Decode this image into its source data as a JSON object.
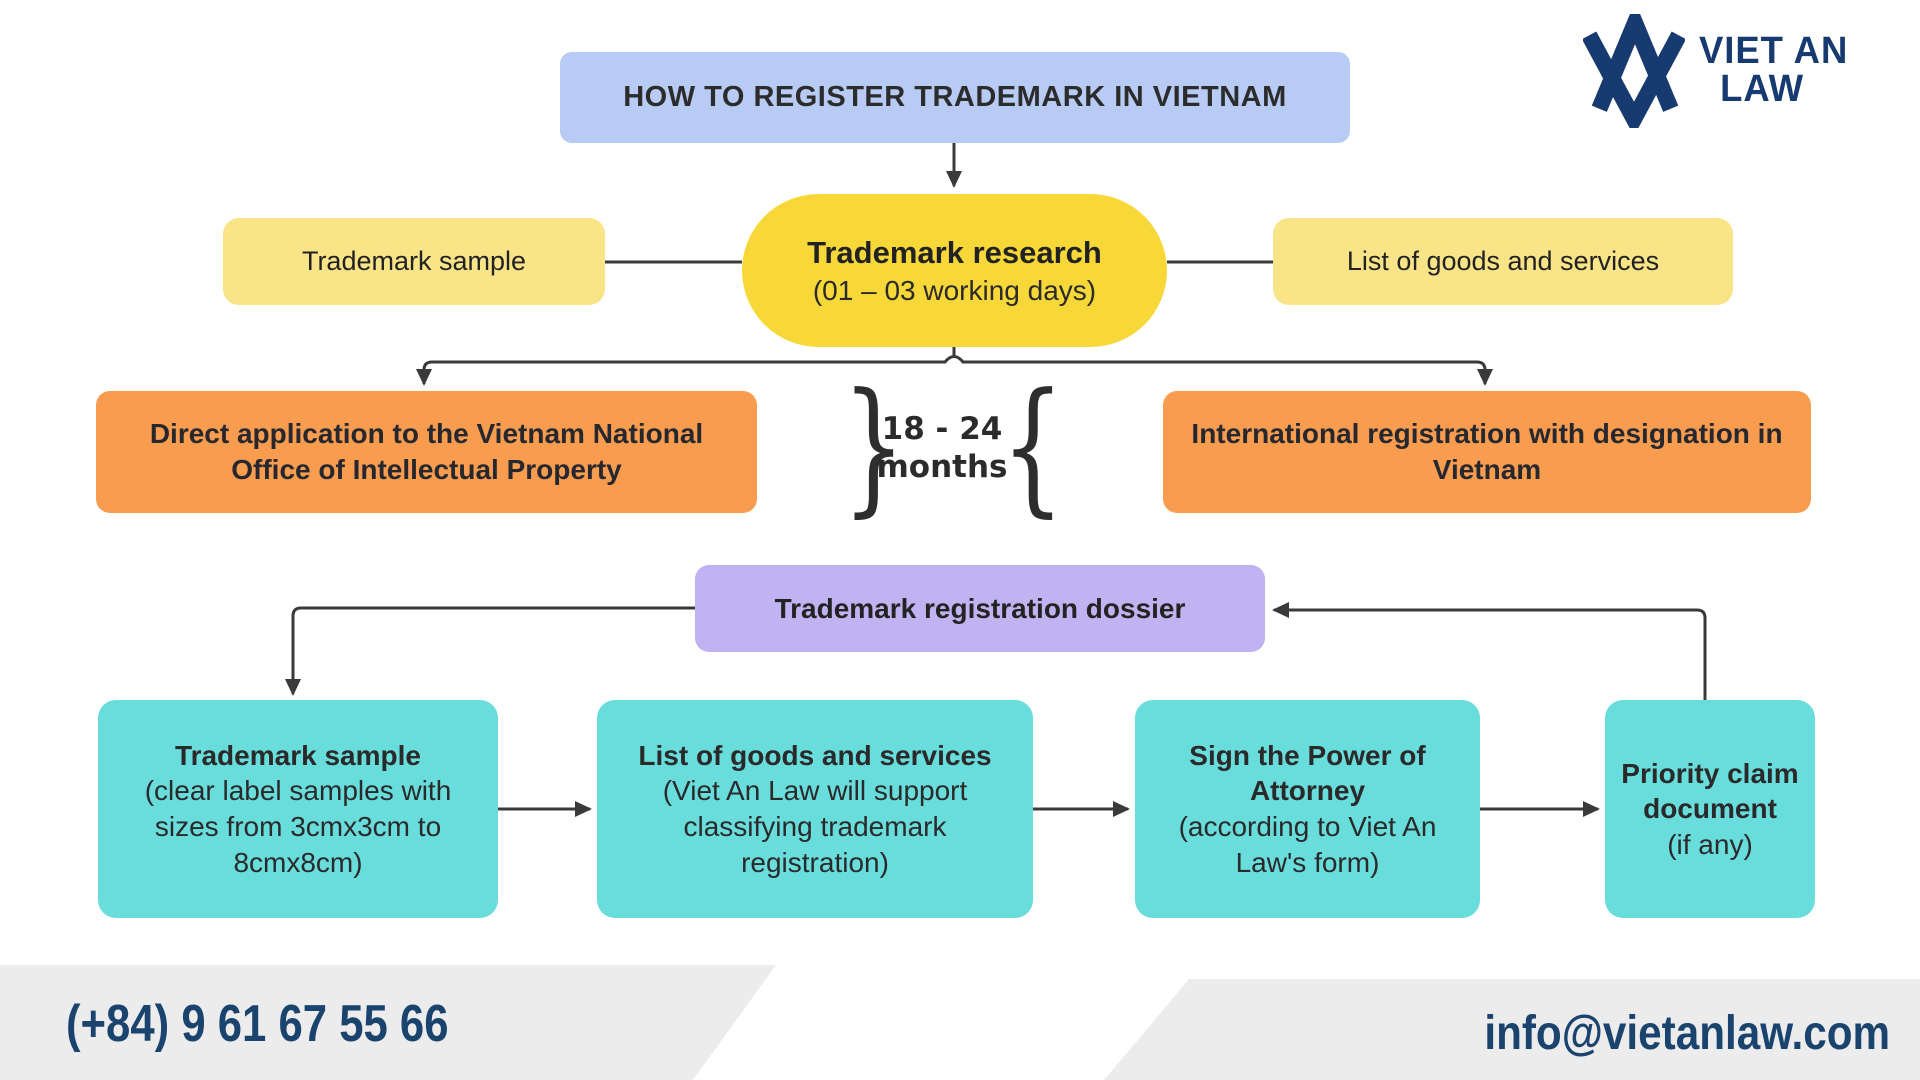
{
  "brand": {
    "name_line1": "VIET AN",
    "name_line2": "LAW",
    "navy": "#173a70"
  },
  "flowchart": {
    "title": "HOW TO REGISTER TRADEMARK IN VIETNAM",
    "research": {
      "title": "Trademark research",
      "subtitle": "(01 – 03 working days)"
    },
    "input_left": "Trademark sample",
    "input_right": "List of goods and services",
    "path_left": "Direct application to the Vietnam National Office of Intellectual Property",
    "path_right": "International registration with designation in Vietnam",
    "duration_line1": "18 - 24",
    "duration_line2": "months",
    "dossier": "Trademark registration dossier",
    "documents": [
      {
        "title": "Trademark sample",
        "detail": "(clear label samples with sizes from 3cmx3cm to 8cmx8cm)"
      },
      {
        "title": "List of goods and services",
        "detail": "(Viet An Law will support classifying trademark registration)"
      },
      {
        "title": "Sign the Power of Attorney",
        "detail": "(according to Viet An Law's form)"
      },
      {
        "title": "Priority claim document",
        "detail": "(if any)"
      }
    ],
    "colors": {
      "title_box": "#b7cbf4",
      "research_pill": "#f8d838",
      "input_boxes": "#fae488",
      "path_boxes": "#f89c50",
      "dossier_box": "#c1b3f2",
      "document_boxes": "#69dcdc",
      "connector": "#3a3a3a"
    }
  },
  "footer": {
    "phone": "(+84) 9 61 67 55 66",
    "email": "info@vietanlaw.com",
    "background": "#ececec"
  }
}
